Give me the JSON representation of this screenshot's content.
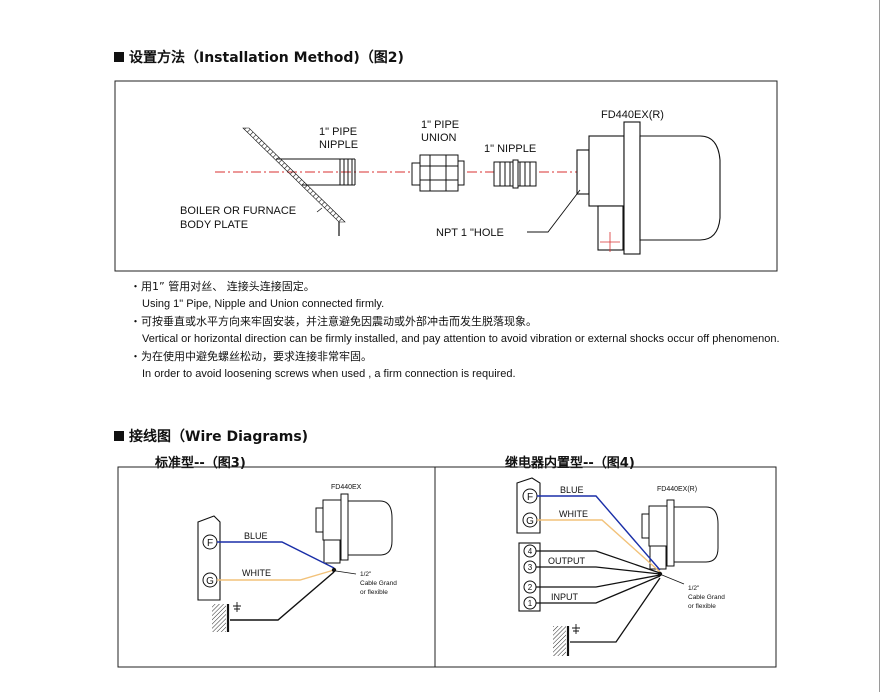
{
  "install": {
    "heading": "设置方法（Installation Method)（图2)",
    "labels": {
      "pipe": "1\" PIPE",
      "nipple_pipe": "NIPPLE",
      "union_1": "1\" PIPE",
      "union_2": "UNION",
      "nipple": "1\" NIPPLE",
      "model": "FD440EX(R)",
      "boiler_1": "BOILER OR FURNACE",
      "boiler_2": "BODY PLATE",
      "hole": "NPT 1 \"HOLE"
    }
  },
  "notes": [
    {
      "zh": "・用1” 管用对丝、 连接头连接固定。",
      "en": "Using 1\" Pipe, Nipple and Union connected firmly."
    },
    {
      "zh": "・可按垂直或水平方向来牢固安装，并注意避免因震动或外部冲击而发生脱落现象。",
      "en": "Vertical or horizontal direction can be firmly installed, and pay attention to avoid vibration or external shocks occur off phenomenon."
    },
    {
      "zh": "・为在使用中避免螺丝松动，要求连接非常牢固。",
      "en": "In order to avoid loosening screws when used , a firm connection is required."
    }
  ],
  "wire": {
    "heading": "接线图（Wire Diagrams)",
    "standard": {
      "title": "标准型--（图3)",
      "model": "FD440EX",
      "terminal_f": "F",
      "terminal_g": "G",
      "blue": "BLUE",
      "white": "WHITE",
      "cable_1": "1/2\"",
      "cable_2": "Cable Grand",
      "cable_3": "or flexible"
    },
    "relay": {
      "title": "继电器内置型--（图4)",
      "model": "FD440EX(R)",
      "terminal_f": "F",
      "terminal_g": "G",
      "blue": "BLUE",
      "white": "WHITE",
      "t4": "4",
      "t3": "3",
      "t2": "2",
      "t1": "1",
      "output": "OUTPUT",
      "input": "INPUT",
      "cable_1": "1/2\"",
      "cable_2": "Cable Grand",
      "cable_3": "or flexible"
    }
  },
  "colors": {
    "blue_wire": "#1a2fa8",
    "white_wire": "#f2c27a",
    "center_line": "#d83030"
  }
}
